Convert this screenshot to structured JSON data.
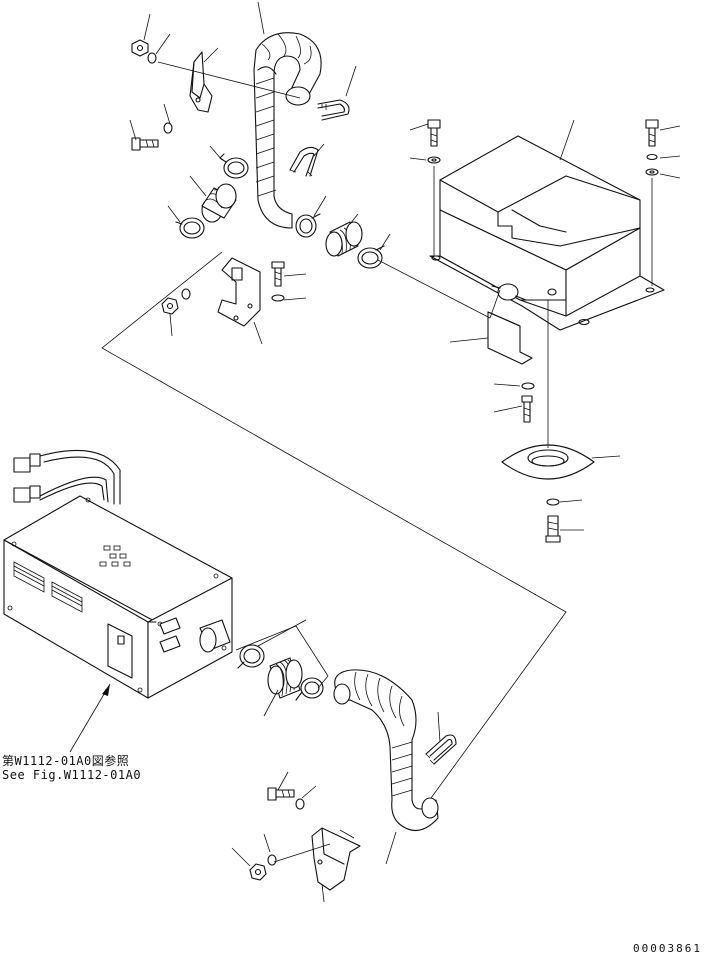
{
  "figure": {
    "reference_note_ja": "第W1112-01A0図参照",
    "reference_note_en": "See Fig.W1112-01A0",
    "drawing_number": "00003861"
  },
  "parts": [
    {
      "name": "nut",
      "icon": "hex-nut"
    },
    {
      "name": "washer",
      "icon": "flat-washer"
    },
    {
      "name": "bolt",
      "icon": "hex-bolt"
    },
    {
      "name": "hose-clamp",
      "icon": "band-clamp"
    },
    {
      "name": "elbow-hose",
      "icon": "wrapped-hose"
    },
    {
      "name": "corrugated-joint",
      "icon": "bellows"
    },
    {
      "name": "u-bolt",
      "icon": "u-bolt"
    },
    {
      "name": "bracket",
      "icon": "mount-bracket"
    },
    {
      "name": "box",
      "icon": "open-box"
    },
    {
      "name": "cover-plate",
      "icon": "bent-plate"
    },
    {
      "name": "grommet-plate",
      "icon": "ring-plate"
    },
    {
      "name": "heater-unit",
      "icon": "heater-box"
    }
  ]
}
